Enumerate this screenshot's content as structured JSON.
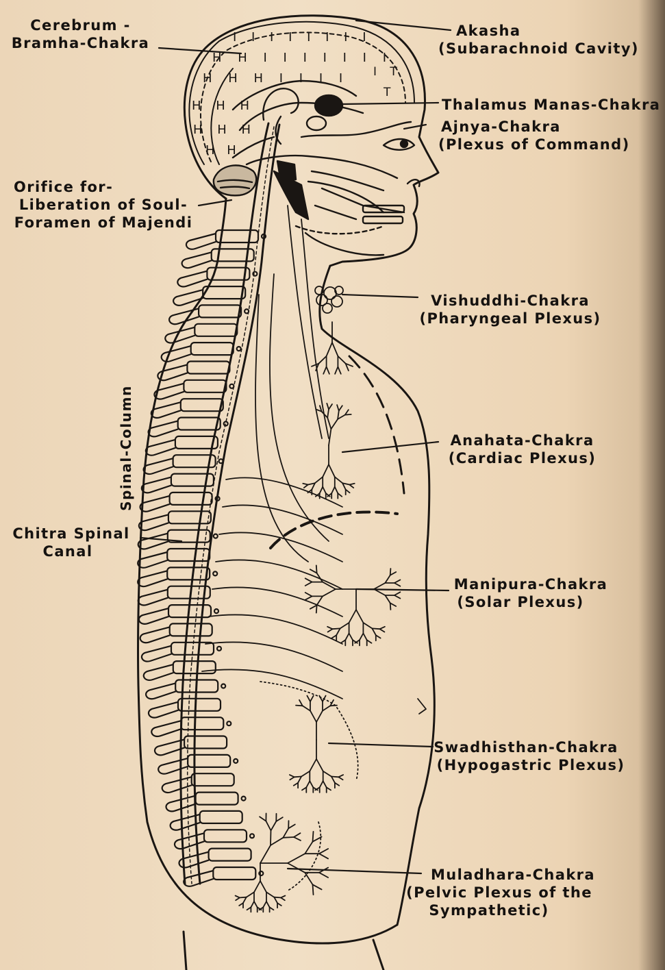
{
  "labels": {
    "cerebrum_1": "Cerebrum -",
    "cerebrum_2": "Bramha-Chakra",
    "akasha_1": "Akasha",
    "akasha_2": "(Subarachnoid Cavity)",
    "thalamus": "Thalamus Manas-Chakra",
    "ajnya_1": "Ajnya-Chakra",
    "ajnya_2": "(Plexus of Command)",
    "orifice_1": "Orifice for-",
    "orifice_2": "Liberation of Soul-",
    "orifice_3": "Foramen of Majendi",
    "vishuddhi_1": "Vishuddhi-Chakra",
    "vishuddhi_2": "(Pharyngeal Plexus)",
    "spinal_column": "Spinal-Column",
    "anahata_1": "Anahata-Chakra",
    "anahata_2": "(Cardiac Plexus)",
    "chitra_1": "Chitra Spinal",
    "chitra_2": "Canal",
    "manipura_1": "Manipura-Chakra",
    "manipura_2": "(Solar Plexus)",
    "swadhisthan_1": "Swadhisthan-Chakra",
    "swadhisthan_2": "(Hypogastric Plexus)",
    "muladhara_1": "Muladhara-Chakra",
    "muladhara_2": "(Pelvic Plexus of the",
    "muladhara_3": "Sympathetic)"
  },
  "colors": {
    "paper": "#eed9bd",
    "ink": "#1a1613"
  }
}
